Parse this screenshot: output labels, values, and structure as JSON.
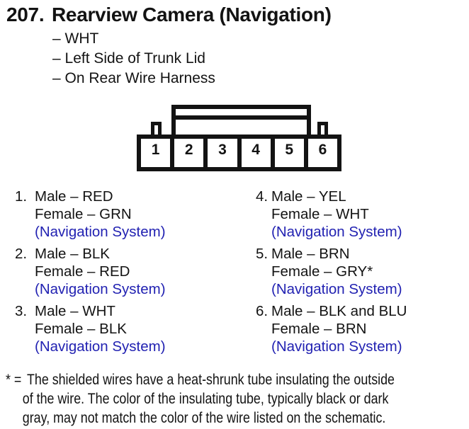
{
  "colors": {
    "ink": "#131313",
    "link_blue": "#2222b2",
    "paper": "#ffffff"
  },
  "title": {
    "number": "207.",
    "text": "Rearview Camera (Navigation)"
  },
  "details": [
    "– WHT",
    "– Left Side of Trunk Lid",
    "– On Rear Wire Harness"
  ],
  "connector": {
    "pins": [
      "1",
      "2",
      "3",
      "4",
      "5",
      "6"
    ]
  },
  "pinout": [
    {
      "num": "1.",
      "male": "Male – RED",
      "female": "Female – GRN",
      "system": "(Navigation System)"
    },
    {
      "num": "2.",
      "male": "Male – BLK",
      "female": "Female – RED",
      "system": "(Navigation System)"
    },
    {
      "num": "3.",
      "male": "Male – WHT",
      "female": "Female – BLK",
      "system": "(Navigation System)"
    },
    {
      "num": "4.",
      "male": "Male – YEL",
      "female": "Female – WHT",
      "system": "(Navigation System)"
    },
    {
      "num": "5.",
      "male": "Male – BRN",
      "female": "Female – GRY*",
      "system": "(Navigation System)"
    },
    {
      "num": "6.",
      "male": "Male – BLK and BLU",
      "female": "Female – BRN",
      "system": "(Navigation System)"
    }
  ],
  "footnote": {
    "prefix": "* =",
    "lines": [
      "The shielded wires have a heat-shrunk tube insulating the outside",
      "of the wire. The color of the insulating tube, typically black or dark",
      "gray, may not match the color of the wire listed on the schematic."
    ]
  }
}
